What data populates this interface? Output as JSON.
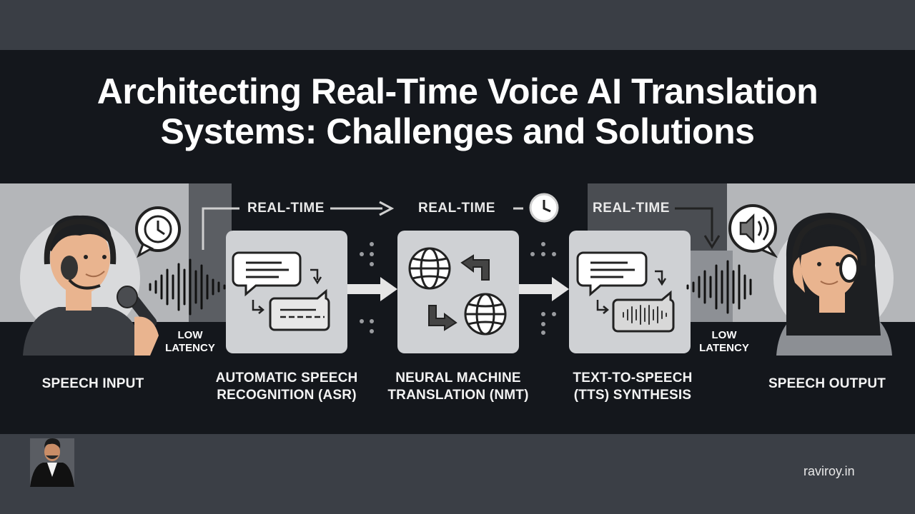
{
  "title": {
    "line1": "Architecting Real-Time Voice AI Translation",
    "line2": "Systems: Challenges and Solutions"
  },
  "stages": [
    {
      "line1": "SPEECH INPUT",
      "line2": ""
    },
    {
      "line1": "AUTOMATIC SPEECH",
      "line2": "RECOGNITION (ASR)"
    },
    {
      "line1": "NEURAL MACHINE",
      "line2": "TRANSLATION (NMT)"
    },
    {
      "line1": "TEXT-TO-SPEECH",
      "line2": "(TTS) SYNTHESIS"
    },
    {
      "line1": "SPEECH OUTPUT",
      "line2": ""
    }
  ],
  "realtime_labels": [
    "REAL-TIME",
    "REAL-TIME",
    "REAL-TIME"
  ],
  "latency_labels": [
    {
      "line1": "LOW",
      "line2": "LATENCY"
    },
    {
      "line1": "LOW",
      "line2": "LATENCY"
    }
  ],
  "site": "raviroy.in",
  "icons": {
    "clock": "clock-icon",
    "speaker": "speaker-icon",
    "globe": "globe-icon",
    "chat": "chat-bubble-icon",
    "waveform": "waveform-icon",
    "microphone": "microphone-icon",
    "headset": "headset-icon"
  },
  "colors": {
    "panel": "#14171c",
    "background": "#3b3f46",
    "card": "#cfd1d4",
    "strip": "#b4b6b9",
    "text": "#ffffff"
  }
}
